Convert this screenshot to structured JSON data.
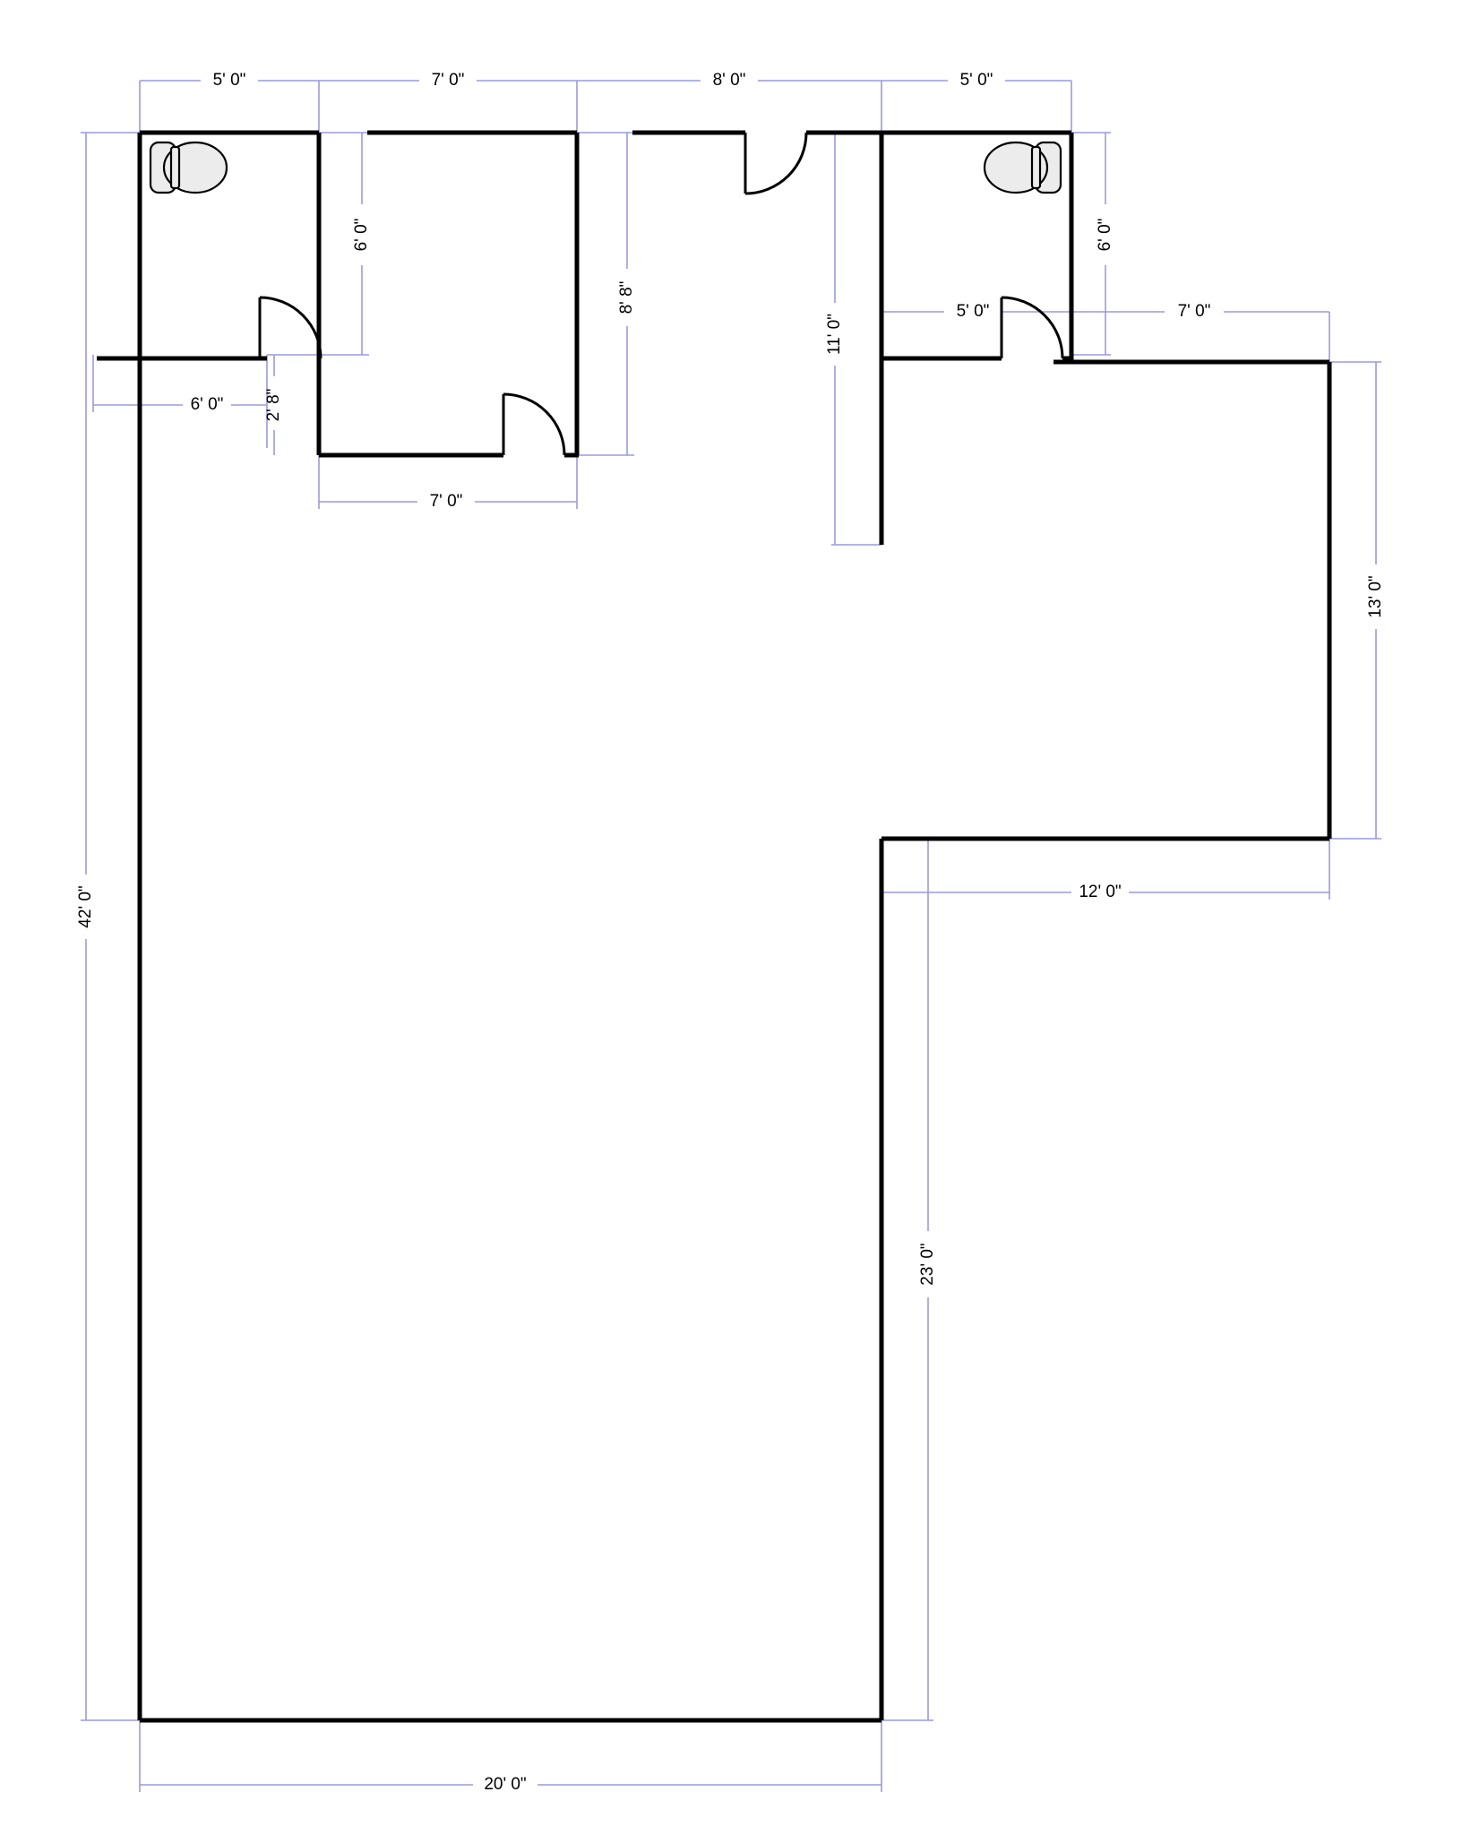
{
  "drawing": {
    "type": "floor-plan",
    "title": "",
    "units": "feet-inches",
    "background_color": "#ffffff",
    "wall_color": "#000000",
    "dimension_color": "#9a9ae0",
    "fixture_fill": "#ececec"
  },
  "dimensions": {
    "top_chain": [
      {
        "id": "top-1",
        "label": "5' 0\""
      },
      {
        "id": "top-2",
        "label": "7' 0\""
      },
      {
        "id": "top-3",
        "label": "8' 0\""
      },
      {
        "id": "top-4",
        "label": "5' 0\""
      }
    ],
    "interior": [
      {
        "id": "bath-left-depth",
        "label": "6' 0\""
      },
      {
        "id": "room-left-depth",
        "label": "8' 8\""
      },
      {
        "id": "corridor-depth",
        "label": "11' 0\""
      },
      {
        "id": "bath-right-depth",
        "label": "6' 0\""
      },
      {
        "id": "bath-left-width",
        "label": "6' 0\""
      },
      {
        "id": "bath-left-jamb",
        "label": "2' 8\""
      },
      {
        "id": "room-left-width",
        "label": "7' 0\""
      },
      {
        "id": "bath-right-width",
        "label": "5' 0\""
      },
      {
        "id": "right-wing-top",
        "label": "7' 0\""
      }
    ],
    "overall": [
      {
        "id": "right-wing-height",
        "label": "13' 0\""
      },
      {
        "id": "right-wing-width",
        "label": "12' 0\""
      },
      {
        "id": "left-overall-height",
        "label": "42' 0\""
      },
      {
        "id": "lower-right-height",
        "label": "23' 0\""
      },
      {
        "id": "bottom-overall-width",
        "label": "20' 0\""
      }
    ]
  },
  "fixtures": [
    {
      "id": "toilet-left",
      "name": "toilet",
      "room": "left-bathroom"
    },
    {
      "id": "toilet-right",
      "name": "toilet",
      "room": "right-bathroom"
    }
  ],
  "doors": [
    {
      "id": "door-left-bathroom",
      "name": "swing-door"
    },
    {
      "id": "door-left-room",
      "name": "swing-door"
    },
    {
      "id": "door-corridor",
      "name": "swing-door"
    },
    {
      "id": "door-right-bathroom",
      "name": "swing-door"
    }
  ]
}
